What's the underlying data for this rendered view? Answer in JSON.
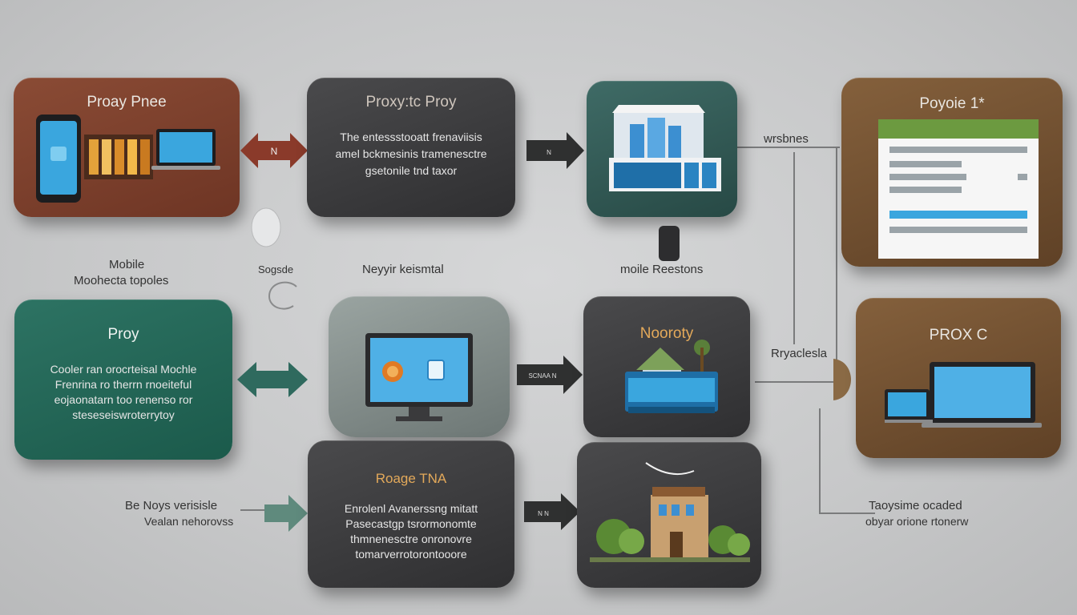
{
  "cards": {
    "proxy_phone": {
      "title": "Proay Pnee"
    },
    "proxytic": {
      "title": "Proxy:tc Proy",
      "lines": [
        "The entessstooatt frenaviisis",
        "amel bckmesinis tramenesctre",
        "gsetonile tnd taxor"
      ]
    },
    "proycle": {
      "title": "Poyoie 1*"
    },
    "proy": {
      "title": "Proy",
      "lines": [
        "Cooler ran orocrteisal Mochle",
        "Frenrina ro therrn rnoeiteful",
        "eojaonatarn too renenso ror",
        "steseseiswroterrytoy"
      ]
    },
    "noorofy": {
      "title": "Nooroty"
    },
    "proxc": {
      "title": "PROX C"
    },
    "rooge": {
      "title": "Roage TNA",
      "lines": [
        "Enrolenl Avanerssng mitatt",
        "Pasecastgp tsrormonomte",
        "thmnenesctre onronovre",
        "tomarverrotorontooore"
      ]
    }
  },
  "labels": {
    "mobile_top": "Mobile",
    "mobile_bottom": "Moohecta topoles",
    "sogsle": "Sogsde",
    "neyyr": "Neyyir keismtal",
    "moile": "moile Reestons",
    "wrsbnes": "wrsbnes",
    "rryaclesla": "Rryaclesla",
    "be_noys": "Be Noys verisisle",
    "vealan": "Vealan nehorovss",
    "taoyshne": "Taoysime ocaded",
    "oyet": "obyar orione rtonerw"
  },
  "tags": {
    "t1": "N",
    "t2": "N",
    "t3": "SCNAA N",
    "t4": "N N"
  },
  "colors": {
    "brown": "#7a3f2c",
    "teal": "#1f6454",
    "dark": "#3a3a3c",
    "accent_blue": "#3aa6de",
    "accent_green": "#6c9a40",
    "orange": "#e07a24"
  }
}
